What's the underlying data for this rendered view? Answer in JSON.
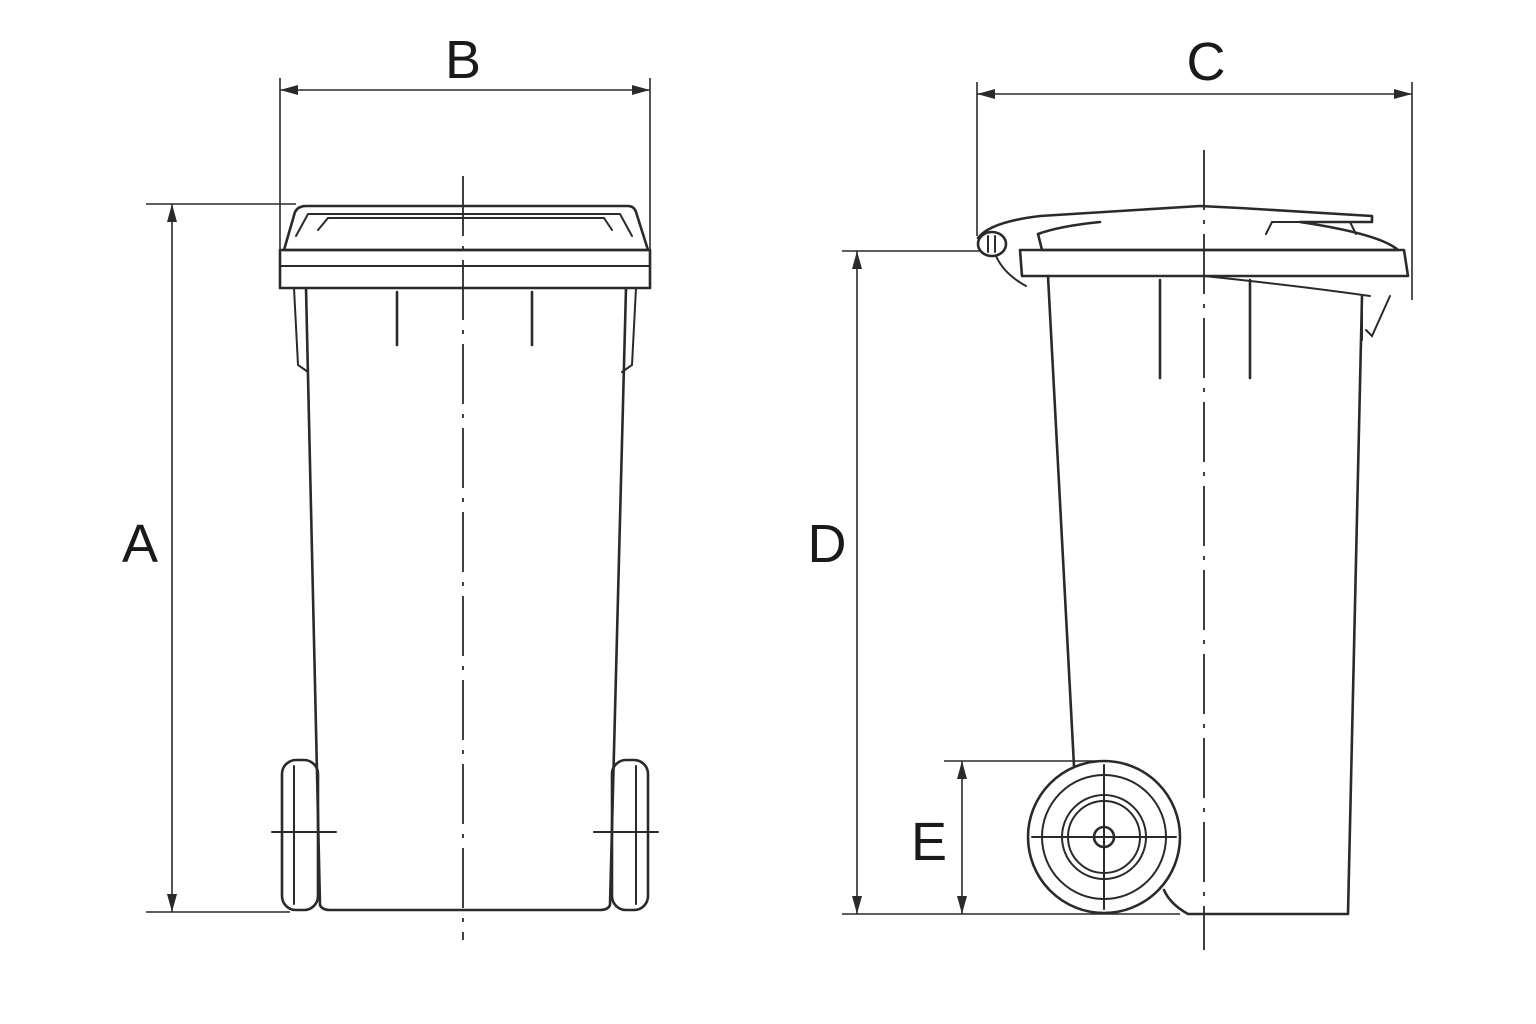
{
  "diagram": {
    "views": [
      "front-view",
      "side-view"
    ],
    "dimension_labels": {
      "height_total": "A",
      "width_front": "B",
      "depth_side": "C",
      "height_to_rim": "D",
      "wheel_height": "E"
    },
    "colors": {
      "line": "#2a2a2a",
      "background": "#ffffff"
    }
  }
}
